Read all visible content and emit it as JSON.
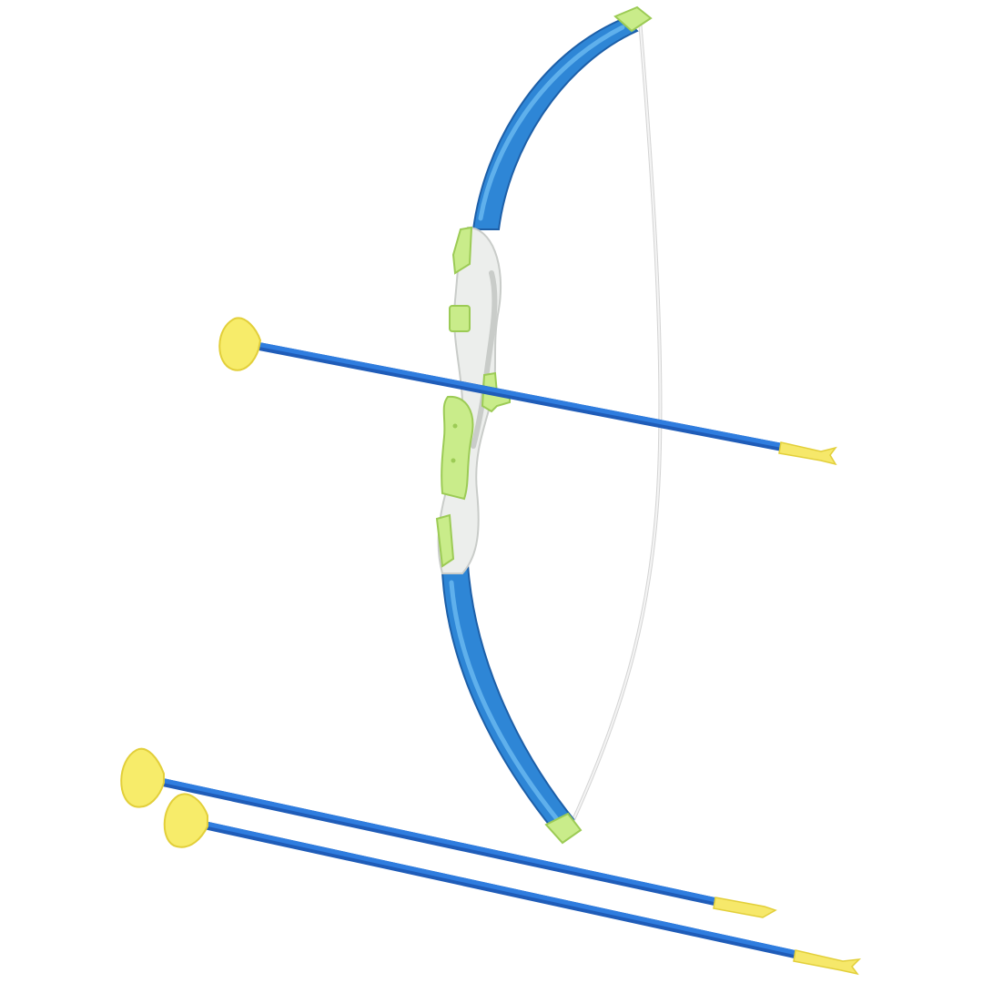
{
  "scene": {
    "subject": "toy-bow-and-arrow-set",
    "background_color": "#ffffff",
    "colors": {
      "limb_blue": "#2e86d6",
      "limb_blue_dark": "#1d5fa8",
      "limb_blue_light": "#5fb0ec",
      "riser_white": "#eceeec",
      "riser_shadow": "#c9ccc9",
      "accent_green": "#c9ec8a",
      "accent_green_dark": "#9ccb55",
      "suction_yellow": "#f7ec6a",
      "suction_yellow_dark": "#e2cf3a",
      "nock_yellow": "#f6e86a",
      "string_white": "#f4f4f4",
      "string_shadow": "#d4d4d4",
      "shaft_blue": "#2f7ddf",
      "shaft_blue_dark": "#1f5cb8"
    },
    "object_count": {
      "bows": 1,
      "arrows": 3
    }
  }
}
